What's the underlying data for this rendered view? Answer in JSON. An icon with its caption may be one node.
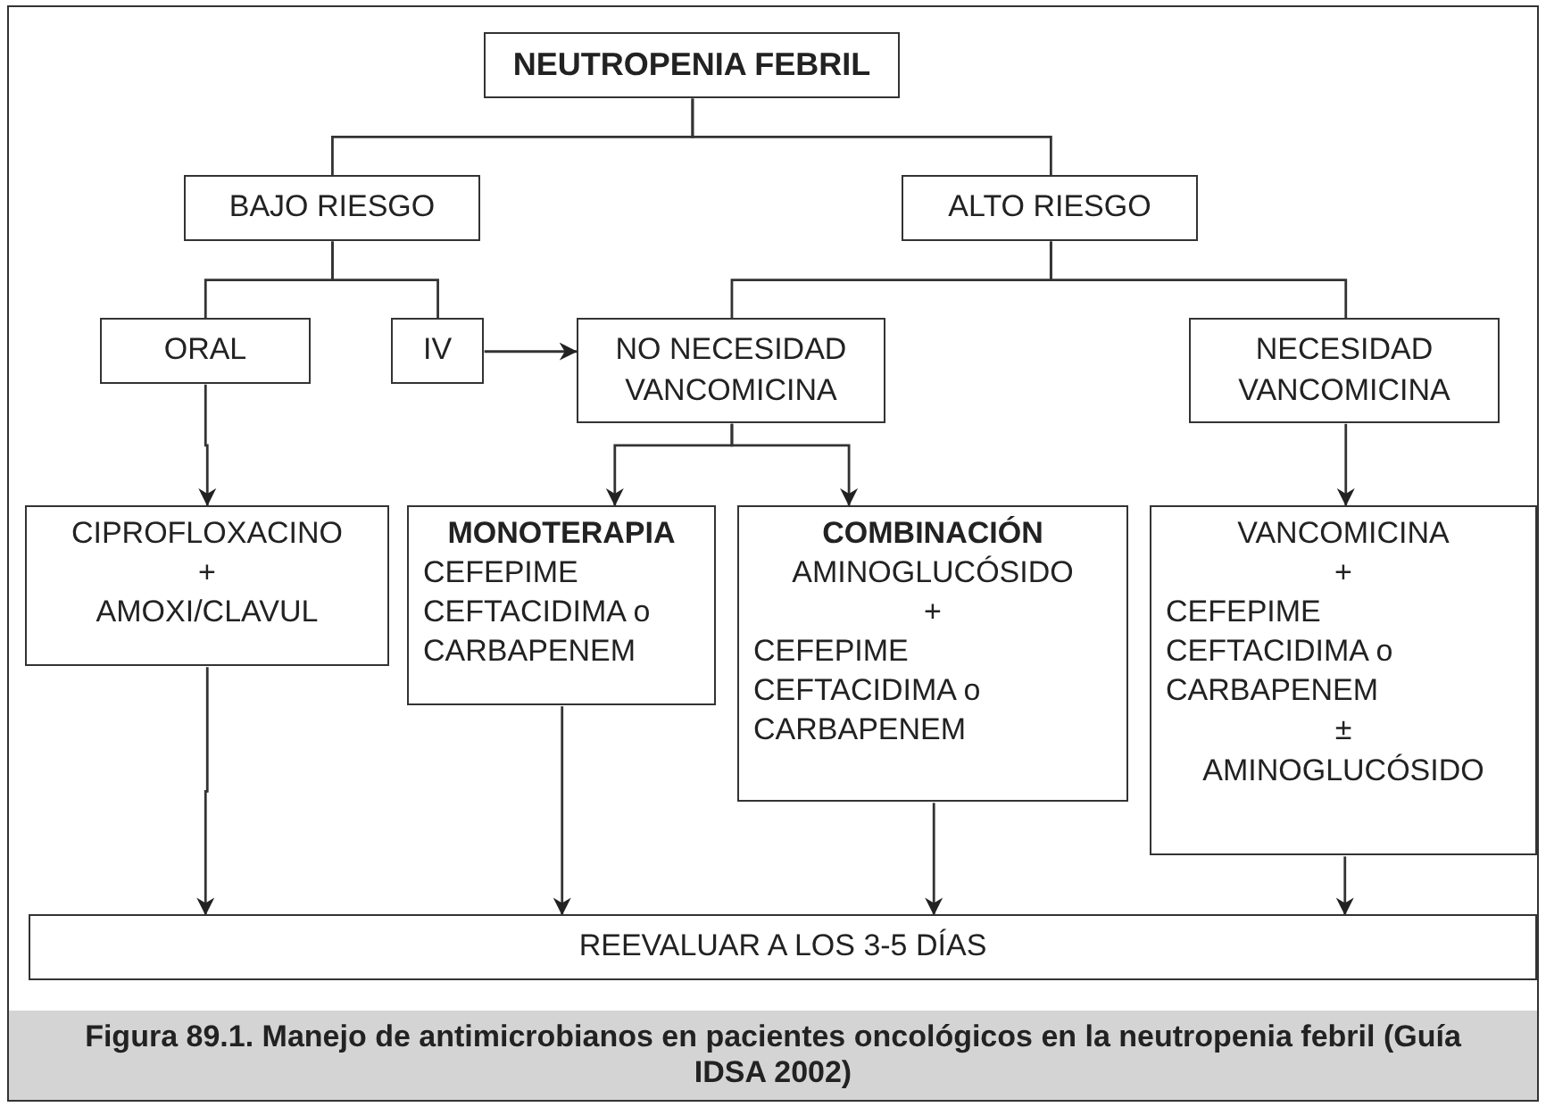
{
  "diagram": {
    "caption": "Figura 89.1. Manejo de antimicrobianos en pacientes oncológicos en la neutropenia febril (Guía IDSA 2002)",
    "nodes": [
      {
        "text": [
          "NEUTROPENIA FEBRIL"
        ]
      },
      {
        "text": [
          "BAJO RIESGO"
        ]
      },
      {
        "text": [
          "ALTO RIESGO"
        ]
      },
      {
        "text": [
          "ORAL"
        ]
      },
      {
        "text": [
          "IV"
        ]
      },
      {
        "text": [
          "NO NECESIDAD VANCOMICINA"
        ]
      },
      {
        "text": [
          "NECESIDAD VANCOMICINA"
        ]
      },
      {
        "text": [
          "CIPROFLOXACINO",
          "+",
          "AMOXI/CLAVUL"
        ]
      },
      {
        "text": [
          "MONOTERAPIA",
          "CEFEPIME CEFTACIDIMA o CARBAPENEM"
        ]
      },
      {
        "text": [
          "COMBINACIÓN",
          "AMINOGLUCÓSIDO",
          "+",
          "CEFEPIME CEFTACIDIMA o CARBAPENEM"
        ]
      },
      {
        "text": [
          "VANCOMICINA",
          "+",
          "CEFEPIME CEFTACIDIMA o CARBAPENEM",
          "±",
          "AMINOGLUCÓSIDO"
        ]
      },
      {
        "text": [
          "REEVALUAR A LOS 3-5 DÍAS"
        ]
      }
    ],
    "edges": [
      {
        "from": 0,
        "to": 1,
        "arrow": "none"
      },
      {
        "from": 0,
        "to": 2,
        "arrow": "none"
      },
      {
        "from": 1,
        "to": 3,
        "arrow": "none"
      },
      {
        "from": 1,
        "to": 4,
        "arrow": "none"
      },
      {
        "from": 4,
        "to": 5,
        "arrow": "to"
      },
      {
        "from": 2,
        "to": 5,
        "arrow": "none"
      },
      {
        "from": 2,
        "to": 6,
        "arrow": "none"
      },
      {
        "from": 3,
        "to": 7,
        "arrow": "to"
      },
      {
        "from": 5,
        "to": 8,
        "arrow": "to"
      },
      {
        "from": 5,
        "to": 9,
        "arrow": "to"
      },
      {
        "from": 6,
        "to": 10,
        "arrow": "to"
      },
      {
        "from": 7,
        "to": 11,
        "arrow": "to"
      },
      {
        "from": 8,
        "to": 11,
        "arrow": "to"
      },
      {
        "from": 9,
        "to": 11,
        "arrow": "to"
      },
      {
        "from": 10,
        "to": 11,
        "arrow": "to"
      }
    ]
  }
}
